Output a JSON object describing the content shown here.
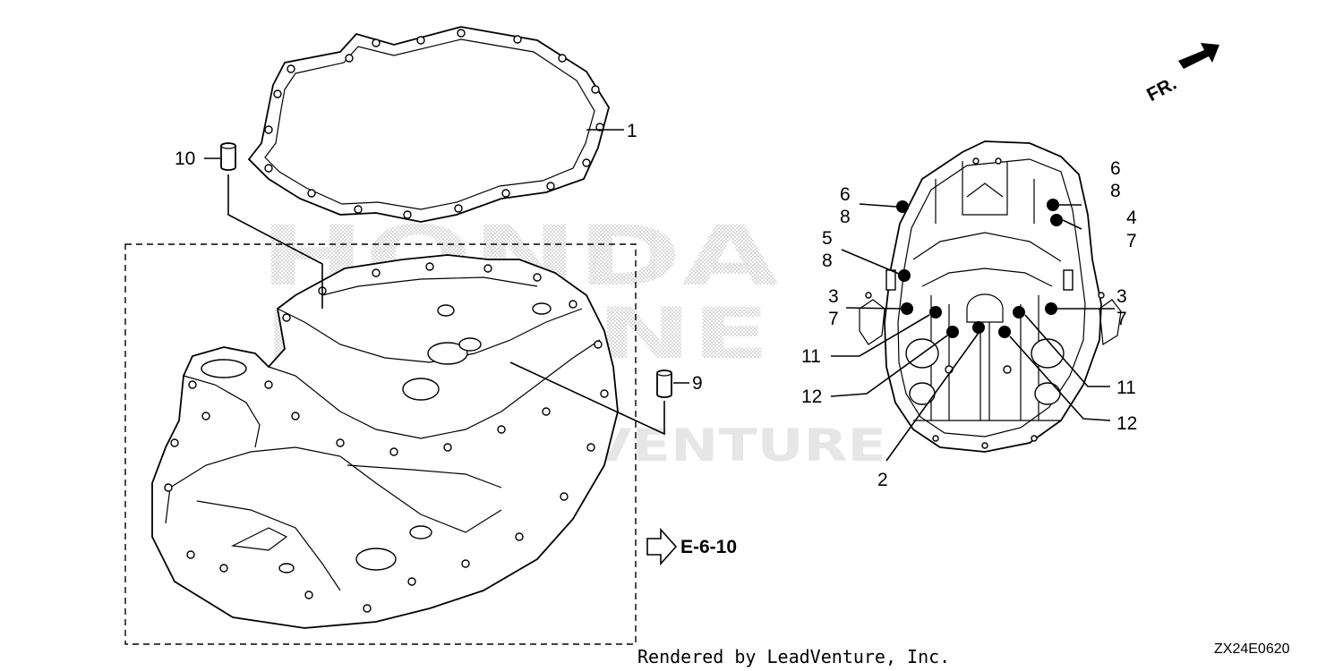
{
  "diagram": {
    "part_numbers": {
      "p1": "1",
      "p2": "2",
      "p3_left": "3",
      "p3_right": "3",
      "p4": "4",
      "p5": "5",
      "p6_left": "6",
      "p6_right": "6",
      "p7_left": "7",
      "p7_right": "7",
      "p7_top_right": "7",
      "p8_top_left": "8",
      "p8_mid_left": "8",
      "p8_top_right": "8",
      "p9": "9",
      "p10": "10",
      "p11_left": "11",
      "p11_right": "11",
      "p12_left": "12",
      "p12_right": "12"
    },
    "reference": "E-6-10",
    "front_label": "FR.",
    "watermark_top": "HONDA",
    "watermark_mid": "MARINE",
    "watermark_bottom": "LEADVENTURE",
    "footer_text": "Rendered by LeadVenture, Inc.",
    "diagram_code": "ZX24E0620",
    "colors": {
      "line": "#000000",
      "background": "#ffffff",
      "watermark": "#d9d9d9"
    }
  }
}
